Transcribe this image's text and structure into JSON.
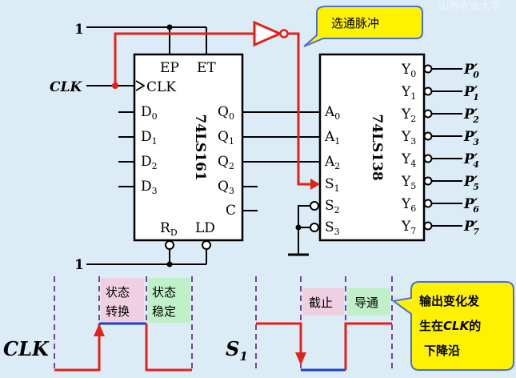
{
  "watermark": "山西农业大学",
  "callouts": {
    "strobe_pulse": "选通脉冲",
    "note_line1": "输出变化发",
    "note_line2_pre": "生在",
    "note_line2_em": "CLK",
    "note_line2_post": "的",
    "note_line3": "下降沿"
  },
  "chip_161": {
    "name": "74LS161",
    "pins": {
      "ep": "EP",
      "et": "ET",
      "clk": "CLK",
      "d0": "D",
      "d1": "D",
      "d2": "D",
      "d3": "D",
      "d_subs": [
        "0",
        "1",
        "2",
        "3"
      ],
      "q0": "Q",
      "q1": "Q",
      "q2": "Q",
      "q3": "Q",
      "q_subs": [
        "0",
        "1",
        "2",
        "3"
      ],
      "c": "C",
      "rd": "R",
      "rd_sub": "D",
      "ld": "LD"
    }
  },
  "chip_138": {
    "name": "74LS138",
    "pins": {
      "a": "A",
      "a_subs": [
        "0",
        "1",
        "2"
      ],
      "s": "S",
      "s_subs": [
        "1",
        "2",
        "3"
      ],
      "y": "Y",
      "y_subs": [
        "0",
        "1",
        "2",
        "3",
        "4",
        "5",
        "6",
        "7"
      ]
    }
  },
  "outputs": {
    "p": "P",
    "p_subs": [
      "0",
      "1",
      "2",
      "3",
      "4",
      "5",
      "6",
      "7"
    ],
    "prime": "′"
  },
  "inputs": {
    "clk": "CLK",
    "one_top": "1",
    "one_bottom": "1"
  },
  "timing": {
    "clk_label": "CLK",
    "s1_label": "S",
    "s1_sub": "1",
    "clk_phase1_l1": "状态",
    "clk_phase1_l2": "转换",
    "clk_phase2_l1": "状态",
    "clk_phase2_l2": "稳定",
    "s1_phase1": "截止",
    "s1_phase2": "导通"
  },
  "colors": {
    "background": "#dcecf6",
    "signal_red": "#e32119",
    "level_blue": "#1a3fc9",
    "dash_purple": "#7a3f9a",
    "pink_box": "#f0cfe0",
    "green_box": "#bff0c8",
    "callout_yellow": "#fff200",
    "callout_border": "#4a6fd6"
  }
}
